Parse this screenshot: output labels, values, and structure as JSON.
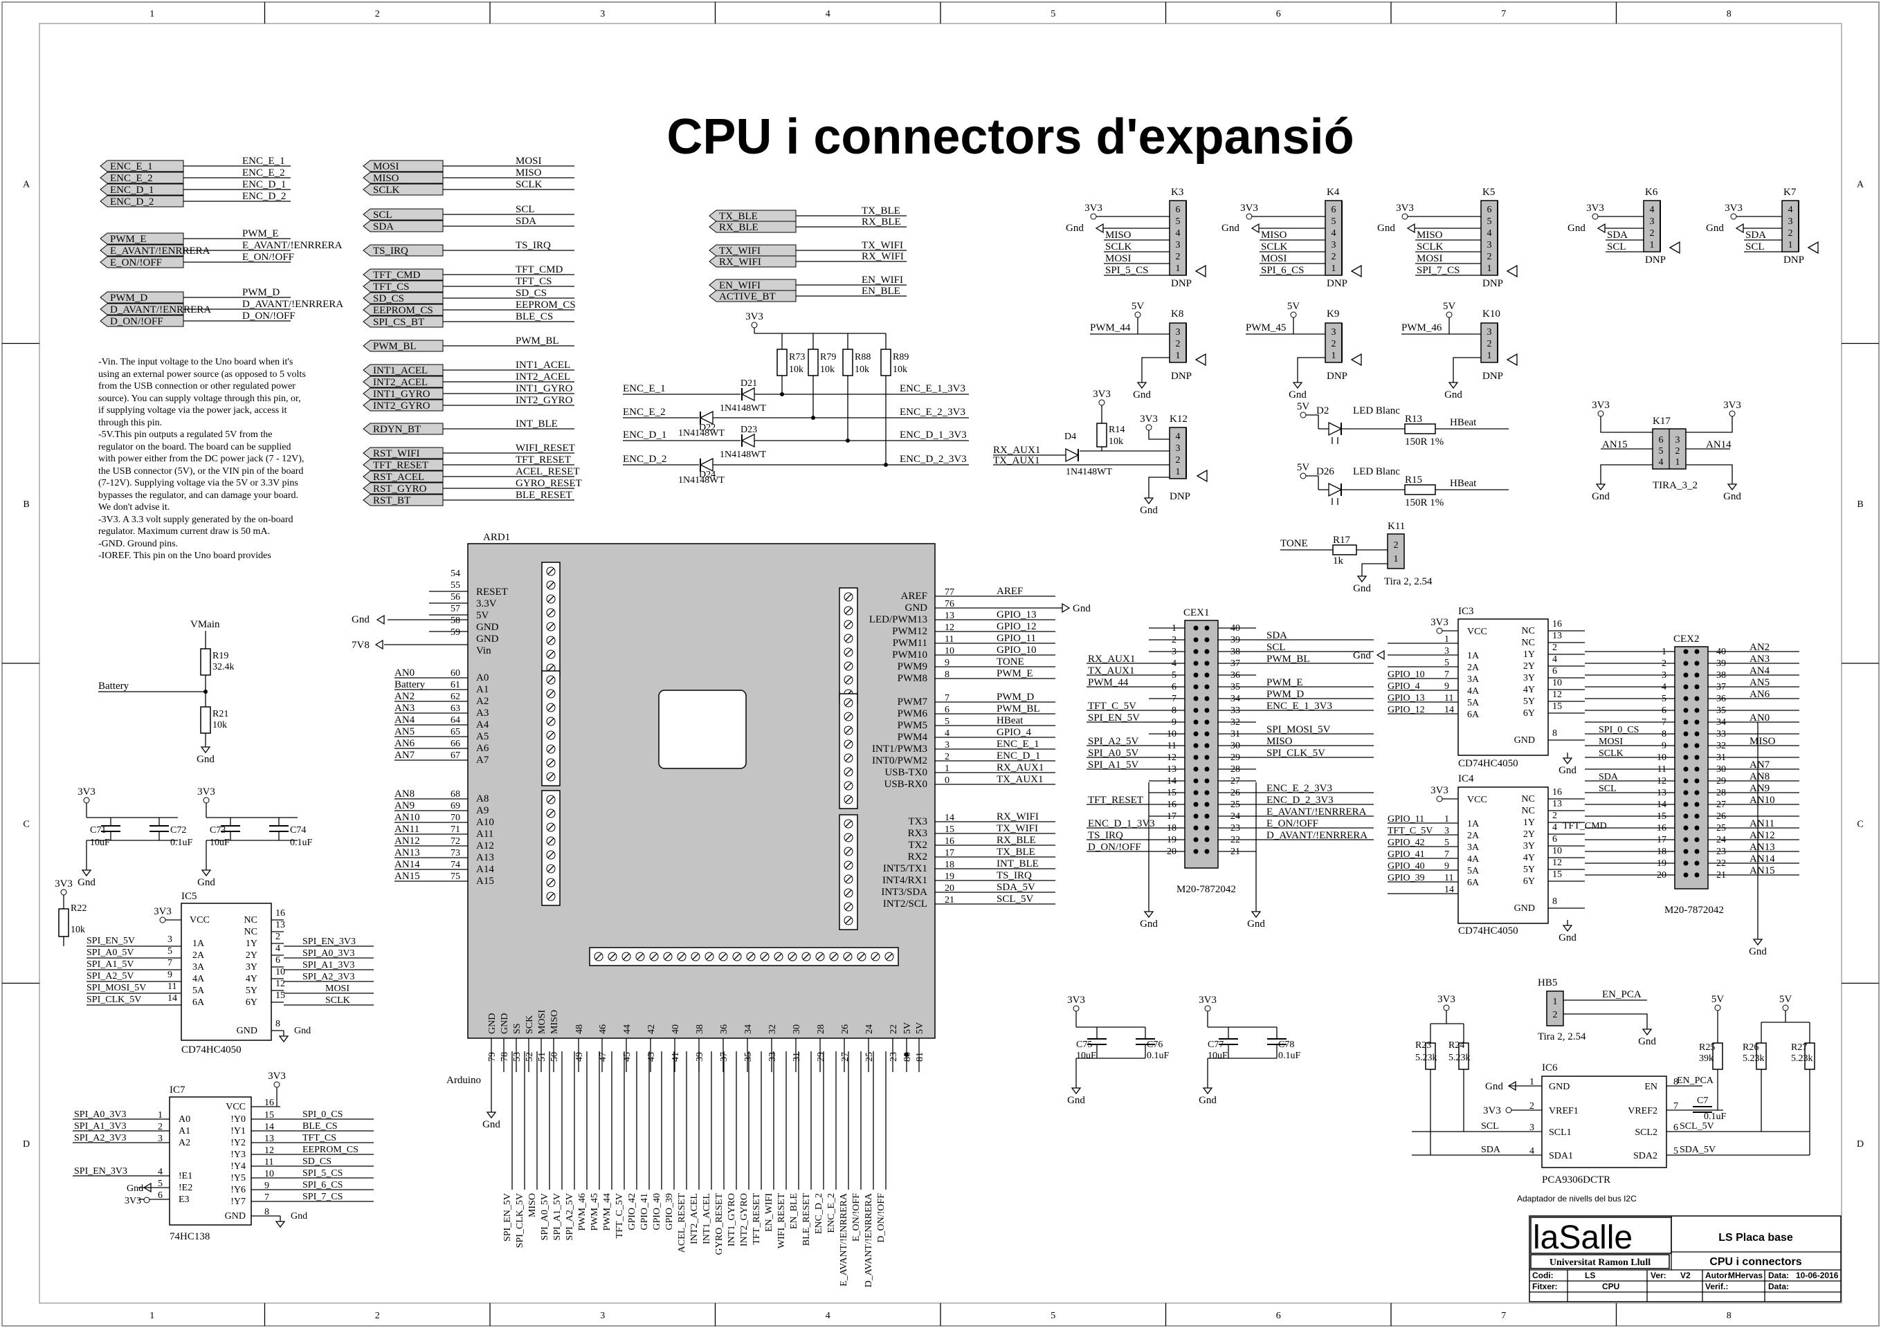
{
  "title": "CPU i connectors d'expansió",
  "border": {
    "columns": [
      "1",
      "2",
      "3",
      "4",
      "5",
      "6",
      "7",
      "8"
    ],
    "rows": [
      "A",
      "B",
      "C",
      "D"
    ]
  },
  "left_flags": {
    "enc": [
      {
        "flag": "ENC_E_1",
        "net": "ENC_E_1"
      },
      {
        "flag": "ENC_E_2",
        "net": "ENC_E_2"
      },
      {
        "flag": "ENC_D_1",
        "net": "ENC_D_1"
      },
      {
        "flag": "ENC_D_2",
        "net": "ENC_D_2"
      }
    ],
    "pwm_e": [
      {
        "flag": "PWM_E",
        "net": "PWM_E"
      },
      {
        "flag": "E_AVANT/!ENRRERA",
        "net": "E_AVANT/!ENRRERA"
      },
      {
        "flag": "E_ON/!OFF",
        "net": "E_ON/!OFF"
      }
    ],
    "pwm_d": [
      {
        "flag": "PWM_D",
        "net": "PWM_D"
      },
      {
        "flag": "D_AVANT/!ENRRERA",
        "net": "D_AVANT/!ENRRERA"
      },
      {
        "flag": "D_ON/!OFF",
        "net": "D_ON/!OFF"
      }
    ]
  },
  "mid_flags": [
    {
      "flag": "MOSI",
      "net": "MOSI"
    },
    {
      "flag": "MISO",
      "net": "MISO"
    },
    {
      "flag": "SCLK",
      "net": "SCLK"
    },
    {
      "flag": "SCL",
      "net": "SCL"
    },
    {
      "flag": "SDA",
      "net": "SDA"
    },
    {
      "flag": "TS_IRQ",
      "net": "TS_IRQ"
    },
    {
      "flag": "TFT_CMD",
      "net": "TFT_CMD"
    },
    {
      "flag": "TFT_CS",
      "net": "TFT_CS"
    },
    {
      "flag": "SD_CS",
      "net": "SD_CS"
    },
    {
      "flag": "EEPROM_CS",
      "net": "EEPROM_CS"
    },
    {
      "flag": "SPI_CS_BT",
      "net": "BLE_CS"
    },
    {
      "flag": "PWM_BL",
      "net": "PWM_BL"
    },
    {
      "flag": "INT1_ACEL",
      "net": "INT1_ACEL"
    },
    {
      "flag": "INT2_ACEL",
      "net": "INT2_ACEL"
    },
    {
      "flag": "INT1_GYRO",
      "net": "INT1_GYRO"
    },
    {
      "flag": "INT2_GYRO",
      "net": "INT2_GYRO"
    },
    {
      "flag": "RDYN_BT",
      "net": "INT_BLE"
    },
    {
      "flag": "RST_WIFI",
      "net": "WIFI_RESET"
    },
    {
      "flag": "TFT_RESET",
      "net": "TFT_RESET"
    },
    {
      "flag": "RST_ACEL",
      "net": "ACEL_RESET"
    },
    {
      "flag": "RST_GYRO",
      "net": "GYRO_RESET"
    },
    {
      "flag": "RST_BT",
      "net": "BLE_RESET"
    }
  ],
  "radio_flags": [
    {
      "flag": "TX_BLE",
      "net": "TX_BLE"
    },
    {
      "flag": "RX_BLE",
      "net": "RX_BLE"
    },
    {
      "flag": "TX_WIFI",
      "net": "TX_WIFI"
    },
    {
      "flag": "RX_WIFI",
      "net": "RX_WIFI"
    },
    {
      "flag": "EN_WIFI",
      "net": "EN_WIFI"
    },
    {
      "flag": "ACTIVE_BT",
      "net": "EN_BLE"
    }
  ],
  "note": "-Vin. The input voltage to the Uno board when it's using an external power source (as opposed to 5 volts from the USB connection or other regulated power source). You can supply voltage through this pin, or, if supplying voltage via the power jack, access it through this pin.\n-5V.This pin outputs a regulated 5V from the regulator on the board. The board can be supplied with power either from the DC power jack (7 - 12V), the USB connector (5V), or the VIN pin of the board (7-12V). Supplying voltage via the 5V or 3.3V pins bypasses the regulator, and can damage your board. We don't advise it.\n-3V3. A 3.3 volt supply generated by the on-board regulator. Maximum current draw is 50 mA.\n-GND. Ground pins.\n-IOREF. This pin on the Uno board provides",
  "diodes": {
    "rail": "3V3",
    "resistors": [
      "R73",
      "R79",
      "R88",
      "R89"
    ],
    "res_value": "10k",
    "inputs": [
      "ENC_E_1",
      "ENC_E_2",
      "ENC_D_1",
      "ENC_D_2"
    ],
    "outputs": [
      "ENC_E_1_3V3",
      "ENC_E_2_3V3",
      "ENC_D_1_3V3",
      "ENC_D_2_3V3"
    ],
    "refs": [
      "D21",
      "D22",
      "D23",
      "D24"
    ],
    "part": "1N4148WT"
  },
  "headers_top": [
    {
      "ref": "K3",
      "pins": [
        "6",
        "5",
        "4",
        "3",
        "2",
        "1"
      ],
      "nets": [
        "MISO",
        "SCLK",
        "MOSI",
        "SPI_5_CS"
      ],
      "value": "DNP"
    },
    {
      "ref": "K4",
      "pins": [
        "6",
        "5",
        "4",
        "3",
        "2",
        "1"
      ],
      "nets": [
        "MISO",
        "SCLK",
        "MOSI",
        "SPI_6_CS"
      ],
      "value": "DNP"
    },
    {
      "ref": "K5",
      "pins": [
        "6",
        "5",
        "4",
        "3",
        "2",
        "1"
      ],
      "nets": [
        "MISO",
        "SCLK",
        "MOSI",
        "SPI_7_CS"
      ],
      "value": "DNP"
    },
    {
      "ref": "K6",
      "pins": [
        "4",
        "3",
        "2",
        "1"
      ],
      "nets": [
        "SDA",
        "SCL"
      ],
      "value": "DNP"
    },
    {
      "ref": "K7",
      "pins": [
        "4",
        "3",
        "2",
        "1"
      ],
      "nets": [
        "SDA",
        "SCL"
      ],
      "value": "DNP"
    }
  ],
  "headers_pwm": [
    {
      "ref": "K8",
      "net": "PWM_44",
      "value": "DNP"
    },
    {
      "ref": "K9",
      "net": "PWM_45",
      "value": "DNP"
    },
    {
      "ref": "K10",
      "net": "PWM_46",
      "value": "DNP"
    }
  ],
  "power": {
    "v33": "3V3",
    "v5": "5V",
    "gnd": "Gnd",
    "v78": "7V8",
    "vmain": "VMain",
    "battery": "Battery"
  },
  "k12": {
    "ref": "K12",
    "value": "DNP",
    "d4": "D4",
    "d4_part": "1N4148WT",
    "r14": "R14",
    "r14_val": "10k",
    "rx": "RX_AUX1",
    "tx": "TX_AUX1",
    "pins": [
      "4",
      "3",
      "2",
      "1"
    ]
  },
  "leds": [
    {
      "ref": "D2",
      "label": "LED Blanc",
      "res": "R13",
      "res_val": "150R 1%",
      "net": "HBeat"
    },
    {
      "ref": "D26",
      "label": "LED Blanc",
      "res": "R15",
      "res_val": "150R 1%",
      "net": "HBeat"
    }
  ],
  "k17": {
    "ref": "K17",
    "value": "TIRA_3_2",
    "left": "AN15",
    "right": "AN14",
    "pins": [
      "6",
      "5",
      "4",
      "1",
      "2",
      "3"
    ]
  },
  "tone": {
    "net": "TONE",
    "res": "R17",
    "res_val": "1k",
    "ref": "K11",
    "value": "Tira 2, 2.54",
    "pins": [
      "2",
      "1"
    ]
  },
  "ard": {
    "ref": "ARD1",
    "name": "Arduino",
    "left_top": [
      [
        "54",
        ""
      ],
      [
        "55",
        "RESET"
      ],
      [
        "56",
        "3.3V"
      ],
      [
        "57",
        "5V"
      ],
      [
        "58",
        "GND"
      ],
      [
        "59",
        "GND"
      ],
      [
        "",
        "Vin"
      ]
    ],
    "left_ext": [
      "AN0",
      "Battery",
      "AN2",
      "AN3",
      "AN4",
      "AN5",
      "AN6",
      "AN7"
    ],
    "left_ext_nums": [
      "60",
      "61",
      "62",
      "63",
      "64",
      "65",
      "66",
      "67"
    ],
    "left_inner": [
      "A0",
      "A1",
      "A2",
      "A3",
      "A4",
      "A5",
      "A6",
      "A7"
    ],
    "left_ext2": [
      "AN8",
      "AN9",
      "AN10",
      "AN11",
      "AN12",
      "AN13",
      "AN14",
      "AN15"
    ],
    "left_ext2_nums": [
      "68",
      "69",
      "70",
      "71",
      "72",
      "73",
      "74",
      "75"
    ],
    "left_inner2": [
      "A8",
      "A9",
      "A10",
      "A11",
      "A12",
      "A13",
      "A14",
      "A15"
    ],
    "right_inner": [
      "AREF",
      "GND",
      "LED/PWM13",
      "PWM12",
      "PWM11",
      "PWM10",
      "PWM9",
      "PWM8"
    ],
    "right_nums": [
      "77",
      "76",
      "13",
      "12",
      "11",
      "10",
      "9",
      "8"
    ],
    "right_nets": [
      "AREF",
      "",
      "GPIO_13",
      "GPIO_12",
      "GPIO_11",
      "GPIO_10",
      "TONE",
      "PWM_E"
    ],
    "right_inner2": [
      "PWM7",
      "PWM6",
      "PWM5",
      "PWM4",
      "INT1/PWM3",
      "INT0/PWM2",
      "USB-TX0",
      "USB-RX0"
    ],
    "right_nums2": [
      "7",
      "6",
      "5",
      "4",
      "3",
      "2",
      "1",
      "0"
    ],
    "right_nets2": [
      "PWM_D",
      "PWM_BL",
      "HBeat",
      "GPIO_4",
      "ENC_E_1",
      "ENC_D_1",
      "RX_AUX1",
      "TX_AUX1"
    ],
    "right_inner3": [
      "TX3",
      "RX3",
      "TX2",
      "RX2",
      "INT5/TX1",
      "INT4/RX1",
      "INT3/SDA",
      "INT2/SCL"
    ],
    "right_nums3": [
      "14",
      "15",
      "16",
      "17",
      "18",
      "19",
      "20",
      "21"
    ],
    "right_nets3": [
      "RX_WIFI",
      "TX_WIFI",
      "RX_BLE",
      "TX_BLE",
      "INT_BLE",
      "TS_IRQ",
      "SDA_5V",
      "SCL_5V"
    ],
    "bottom_inner": [
      "GND",
      "GND",
      "SS",
      "SCK",
      "MOSI",
      "MISO",
      "48",
      "46",
      "44",
      "42",
      "40",
      "38",
      "36",
      "34",
      "32",
      "30",
      "28",
      "26",
      "24",
      "22",
      "5V",
      "5V"
    ],
    "bottom_nums": [
      "79",
      "78",
      "53",
      "52",
      "51",
      "50",
      "49",
      "47",
      "45",
      "43",
      "41",
      "39",
      "37",
      "35",
      "33",
      "31",
      "29",
      "27",
      "25",
      "23",
      "80",
      "81"
    ],
    "bottom_nets": [
      "SPI_EN_5V",
      "SPI_CLK_5V",
      "MISO",
      "SPI_A0_5V",
      "SPI_A1_5V",
      "SPI_A2_5V",
      "PWM_46",
      "PWM_45",
      "PWM_44",
      "TFT_C_5V",
      "GPIO_42",
      "GPIO_41",
      "GPIO_40",
      "GPIO_39",
      "ACEL_RESET",
      "INT2_ACEL",
      "INT1_ACEL",
      "GYRO_RESET",
      "INT1_GYRO",
      "INT2_GYRO",
      "TFT_RESET",
      "EN_WIFI",
      "WIFI_RESET",
      "EN_BLE",
      "BLE_RESET",
      "ENC_D_2",
      "ENC_E_2",
      "E_AVANT/!ENRRERA",
      "E_ON/!OFF",
      "D_AVANT/!ENRRERA",
      "D_ON/!OFF"
    ]
  },
  "vmain_div": {
    "r19": "R19",
    "r19_val": "32.4k",
    "r21": "R21",
    "r21_val": "10k"
  },
  "caps_left": [
    {
      "a": "C71",
      "a_val": "10uF",
      "b": "C72",
      "b_val": "0.1uF"
    },
    {
      "a": "C73",
      "a_val": "10uF",
      "b": "C74",
      "b_val": "0.1uF"
    }
  ],
  "ic5": {
    "ref": "IC5",
    "part": "CD74HC4050",
    "r22": "R22",
    "r22_val": "10k",
    "inner_left": [
      "VCC",
      "1A",
      "2A",
      "3A",
      "4A",
      "5A",
      "6A"
    ],
    "inner_right": [
      "NC",
      "NC",
      "1Y",
      "2Y",
      "3Y",
      "4Y",
      "5Y",
      "6Y",
      "GND"
    ],
    "in_nums": [
      "3",
      "5",
      "7",
      "9",
      "11",
      "14"
    ],
    "out_nums": [
      "16",
      "13",
      "2",
      "4",
      "6",
      "10",
      "12",
      "15",
      "8"
    ],
    "in_nets": [
      "SPI_EN_5V",
      "SPI_A0_5V",
      "SPI_A1_5V",
      "SPI_A2_5V",
      "SPI_MOSI_5V",
      "SPI_CLK_5V"
    ],
    "out_nets": [
      "SPI_EN_3V3",
      "SPI_A0_3V3",
      "SPI_A1_3V3",
      "SPI_A2_3V3",
      "MOSI",
      "SCLK"
    ]
  },
  "ic7": {
    "ref": "IC7",
    "part": "74HC138",
    "left": [
      "A0",
      "A1",
      "A2",
      "!E1",
      "!E2",
      "E3"
    ],
    "left_nums": [
      "1",
      "2",
      "3",
      "4",
      "5",
      "6"
    ],
    "left_nets": [
      "SPI_A0_3V3",
      "SPI_A1_3V3",
      "SPI_A2_3V3",
      "SPI_EN_3V3"
    ],
    "right": [
      "VCC",
      "!Y0",
      "!Y1",
      "!Y2",
      "!Y3",
      "!Y4",
      "!Y5",
      "!Y6",
      "!Y7",
      "GND"
    ],
    "right_nums": [
      "16",
      "15",
      "14",
      "13",
      "12",
      "11",
      "10",
      "9",
      "7",
      "8"
    ],
    "right_nets": [
      "SPI_0_CS",
      "BLE_CS",
      "TFT_CS",
      "EEPROM_CS",
      "SD_CS",
      "SPI_5_CS",
      "SPI_6_CS",
      "SPI_7_CS"
    ]
  },
  "cex1": {
    "ref": "CEX1",
    "part": "M20-7872042",
    "left_nums": [
      "1",
      "2",
      "3",
      "4",
      "5",
      "6",
      "7",
      "8",
      "9",
      "10",
      "11",
      "12",
      "13",
      "14",
      "15",
      "16",
      "17",
      "18",
      "19",
      "20"
    ],
    "right_nums": [
      "40",
      "39",
      "38",
      "37",
      "36",
      "35",
      "34",
      "33",
      "32",
      "31",
      "30",
      "29",
      "28",
      "27",
      "26",
      "25",
      "24",
      "23",
      "22",
      "21"
    ],
    "left_nets": [
      "",
      "",
      "",
      "RX_AUX1",
      "TX_AUX1",
      "PWM_44",
      "",
      "TFT_C_5V",
      "SPI_EN_5V",
      "",
      "SPI_A2_5V",
      "SPI_A0_5V",
      "SPI_A1_5V",
      "",
      "",
      "TFT_RESET",
      "",
      "ENC_D_1_3V3",
      "TS_IRQ",
      "D_ON/!OFF"
    ],
    "right_nets": [
      "",
      "SDA",
      "SCL",
      "PWM_BL",
      "",
      "PWM_E",
      "PWM_D",
      "ENC_E_1_3V3",
      "",
      "SPI_MOSI_5V",
      "MISO",
      "SPI_CLK_5V",
      "",
      "",
      "ENC_E_2_3V3",
      "ENC_D_2_3V3",
      "E_AVANT/!ENRRERA",
      "E_ON/!OFF",
      "D_AVANT/!ENRRERA",
      ""
    ]
  },
  "ic3": {
    "ref": "IC3",
    "part": "CD74HC4050",
    "left": [
      "VCC",
      "1A",
      "2A",
      "3A",
      "4A",
      "5A",
      "6A"
    ],
    "right": [
      "NC",
      "NC",
      "1Y",
      "2Y",
      "3Y",
      "4Y",
      "5Y",
      "6Y",
      "GND"
    ],
    "in_nums": [
      "1",
      "3",
      "5",
      "7",
      "9",
      "11",
      "14"
    ],
    "out_nums": [
      "16",
      "13",
      "2",
      "4",
      "6",
      "10",
      "12",
      "15",
      "8"
    ],
    "in_nets": [
      "GPIO_10",
      "GPIO_4",
      "GPIO_13",
      "GPIO_12"
    ]
  },
  "ic4": {
    "ref": "IC4",
    "part": "CD74HC4050",
    "in_nums": [
      "1",
      "3",
      "5",
      "7",
      "9",
      "11",
      "14"
    ],
    "out_nums": [
      "16",
      "13",
      "2",
      "4",
      "6",
      "10",
      "12",
      "15",
      "8"
    ],
    "in_nets": [
      "GPIO_11",
      "TFT_C_5V",
      "GPIO_42",
      "GPIO_41",
      "GPIO_40",
      "GPIO_39"
    ],
    "out_net": "TFT_CMD"
  },
  "cex2": {
    "ref": "CEX2",
    "part": "M20-7872042",
    "left_nums": [
      "1",
      "2",
      "3",
      "4",
      "5",
      "6",
      "7",
      "8",
      "9",
      "10",
      "11",
      "12",
      "13",
      "14",
      "15",
      "16",
      "17",
      "18",
      "19",
      "20"
    ],
    "right_nums": [
      "40",
      "39",
      "38",
      "37",
      "36",
      "35",
      "34",
      "33",
      "32",
      "31",
      "30",
      "29",
      "28",
      "27",
      "26",
      "25",
      "24",
      "23",
      "22",
      "21"
    ],
    "left_nets": [
      "",
      "",
      "",
      "",
      "",
      "",
      "",
      "SPI_0_CS",
      "MOSI",
      "SCLK",
      "",
      "SDA",
      "SCL",
      "",
      "",
      "",
      "",
      "",
      "",
      ""
    ],
    "right_nets": [
      "AN2",
      "AN3",
      "AN4",
      "AN5",
      "AN6",
      "",
      "AN0",
      "",
      "MISO",
      "",
      "AN7",
      "AN8",
      "AN9",
      "AN10",
      "",
      "AN11",
      "AN12",
      "AN13",
      "AN14",
      "AN15"
    ]
  },
  "caps_mid": [
    {
      "a": "C75",
      "a_val": "10uF",
      "b": "C76",
      "b_val": "0.1uF"
    },
    {
      "a": "C77",
      "a_val": "10uF",
      "b": "C78",
      "b_val": "0.1uF"
    }
  ],
  "hb5": {
    "ref": "HB5",
    "net": "EN_PCA",
    "value": "Tira 2, 2.54",
    "pins": [
      "1",
      "2"
    ]
  },
  "ic6": {
    "ref": "IC6",
    "part": "PCA9306DCTR",
    "left": [
      "GND",
      "VREF1",
      "SCL1",
      "SDA1"
    ],
    "left_nums": [
      "1",
      "2",
      "3",
      "4"
    ],
    "right": [
      "EN",
      "VREF2",
      "SCL2",
      "SDA2"
    ],
    "right_nums": [
      "8",
      "7",
      "6",
      "5"
    ],
    "left_nets": [
      "SCL",
      "SDA"
    ],
    "right_nets": [
      "EN_PCA",
      "SCL_5V",
      "SDA_5V"
    ],
    "r23": "R23",
    "r24": "R24",
    "r25": "R25",
    "r26": "R26",
    "r27": "R27",
    "r_val": "5.23k",
    "r25_val": "39k",
    "c7": "C7",
    "c7_val": "0.1uF",
    "caption": "Adaptador de nivells del bus I2C"
  },
  "titleblock": {
    "logo": "laSalle",
    "univ": "Universitat Ramon Llull",
    "board": "LS Placa base",
    "sheet": "CPU i connectors",
    "codi_k": "Codi:",
    "codi": "LS",
    "ver_k": "Ver:",
    "ver": "V2",
    "autor_k": "Autor:",
    "autor": "MHervas",
    "data_k": "Data:",
    "data": "10-06-2016",
    "fitxer_k": "Fitxer:",
    "fitxer": "CPU",
    "verif_k": "Verif.:",
    "data2_k": "Data:"
  }
}
